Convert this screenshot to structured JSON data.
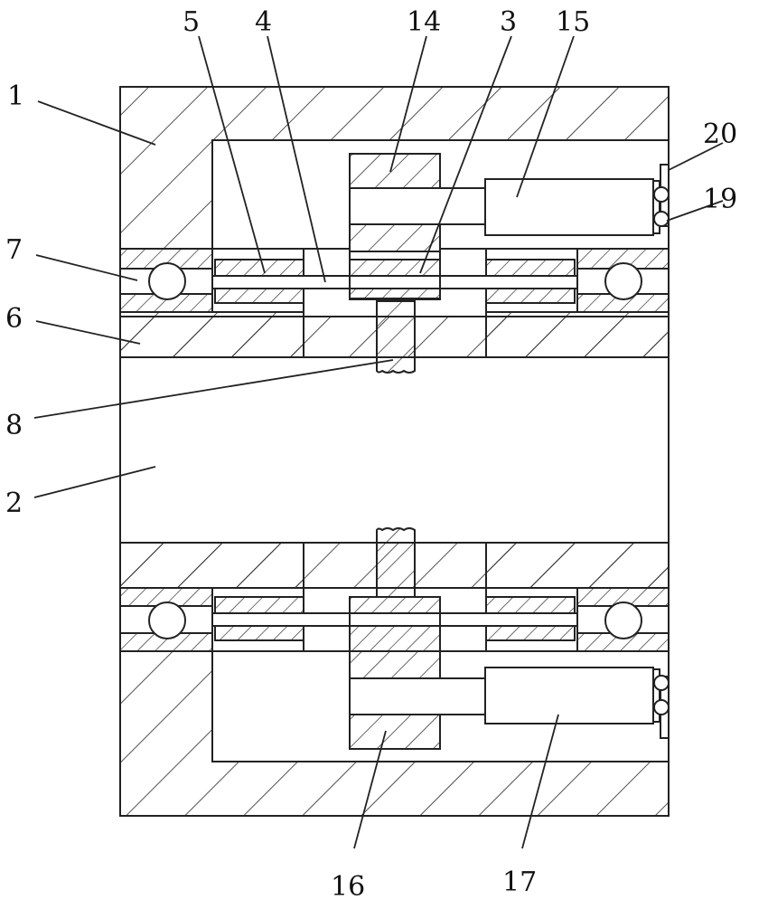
{
  "labels": {
    "l1": "1",
    "l2": "2",
    "l3": "3",
    "l4": "4",
    "l5": "5",
    "l6": "6",
    "l7": "7",
    "l8": "8",
    "l14": "14",
    "l15": "15",
    "l16": "16",
    "l17": "17",
    "l19": "19",
    "l20": "20"
  },
  "colors": {
    "stroke": "#222222",
    "background": "#ffffff"
  }
}
